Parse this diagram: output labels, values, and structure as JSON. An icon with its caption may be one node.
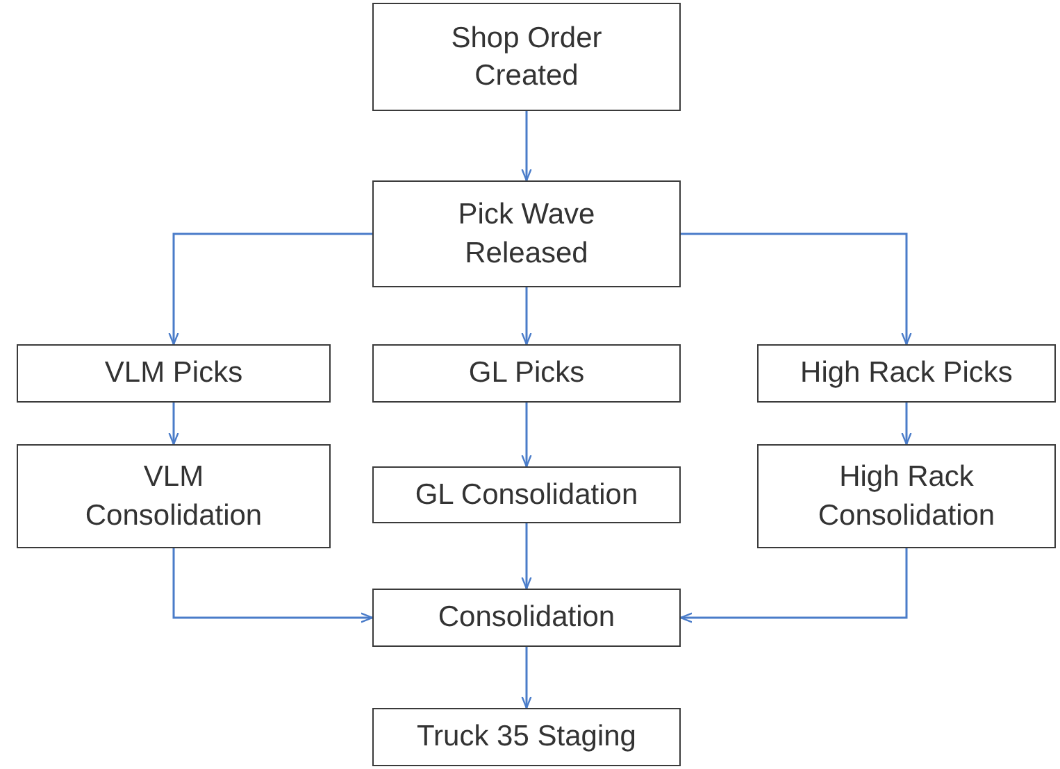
{
  "diagram": {
    "nodes": [
      {
        "text": [
          "Shop Order Created"
        ]
      },
      {
        "text": [
          "Pick Wave Released"
        ]
      },
      {
        "text": [
          "VLM Picks"
        ]
      },
      {
        "text": [
          "GL Picks"
        ]
      },
      {
        "text": [
          "High Rack Picks"
        ]
      },
      {
        "text": [
          "VLM Consolidation"
        ]
      },
      {
        "text": [
          "GL Consolidation"
        ]
      },
      {
        "text": [
          "High Rack Consolidation"
        ]
      },
      {
        "text": [
          "Consolidation"
        ]
      },
      {
        "text": [
          "Truck 35 Staging"
        ]
      }
    ],
    "edges": [
      {
        "from": 0,
        "to": 1,
        "arrow": "to"
      },
      {
        "from": 1,
        "to": 2,
        "arrow": "to"
      },
      {
        "from": 1,
        "to": 3,
        "arrow": "to"
      },
      {
        "from": 1,
        "to": 4,
        "arrow": "to"
      },
      {
        "from": 2,
        "to": 5,
        "arrow": "to"
      },
      {
        "from": 3,
        "to": 6,
        "arrow": "to"
      },
      {
        "from": 4,
        "to": 7,
        "arrow": "to"
      },
      {
        "from": 5,
        "to": 8,
        "arrow": "to"
      },
      {
        "from": 6,
        "to": 8,
        "arrow": "to"
      },
      {
        "from": 7,
        "to": 8,
        "arrow": "to"
      },
      {
        "from": 8,
        "to": 9,
        "arrow": "to"
      }
    ]
  }
}
